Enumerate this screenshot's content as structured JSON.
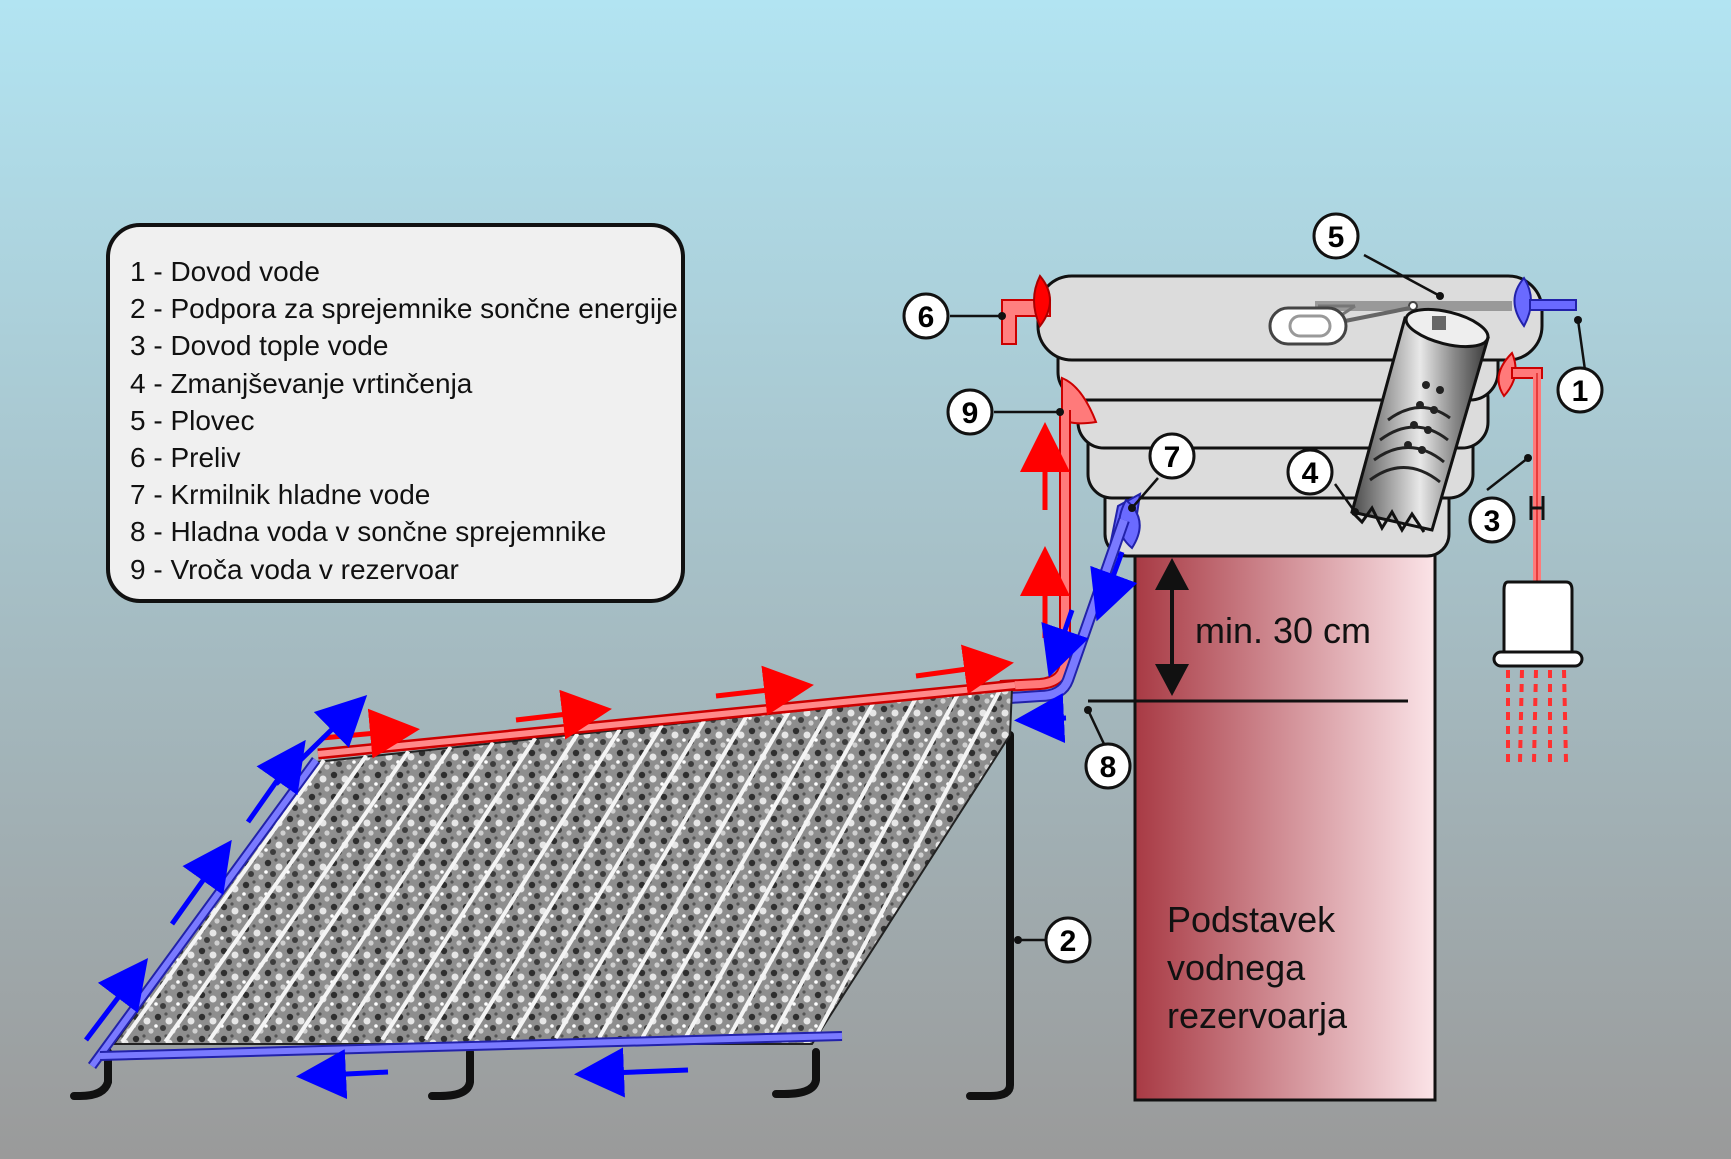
{
  "legend": {
    "items": [
      "1 - Dovod vode",
      "2 - Podpora za sprejemnike sončne energije",
      "3 - Dovod tople vode",
      "4 - Zmanjševanje vrtinčenja",
      "5 - Plovec",
      "6 - Preliv",
      "7 - Krmilnik hladne vode",
      "8 - Hladna voda v sončne sprejemnike",
      "9 - Vroča voda v rezervoar"
    ]
  },
  "callouts": {
    "c1": "1",
    "c2": "2",
    "c3": "3",
    "c4": "4",
    "c5": "5",
    "c6": "6",
    "c7": "7",
    "c8": "8",
    "c9": "9"
  },
  "labels": {
    "min_height": "min. 30 cm",
    "stand_line1": "Podstavek",
    "stand_line2": "vodnega",
    "stand_line3": "rezervoarja"
  },
  "colors": {
    "hot_pipe": "#ff7a7a",
    "hot_arrow": "#ff0000",
    "cold_pipe": "#6a6aff",
    "cold_arrow": "#0000ff",
    "stand_dark": "#a83a44",
    "stand_light": "#fbe4e8",
    "tank": "#dcdcdc",
    "outline": "#111111"
  }
}
